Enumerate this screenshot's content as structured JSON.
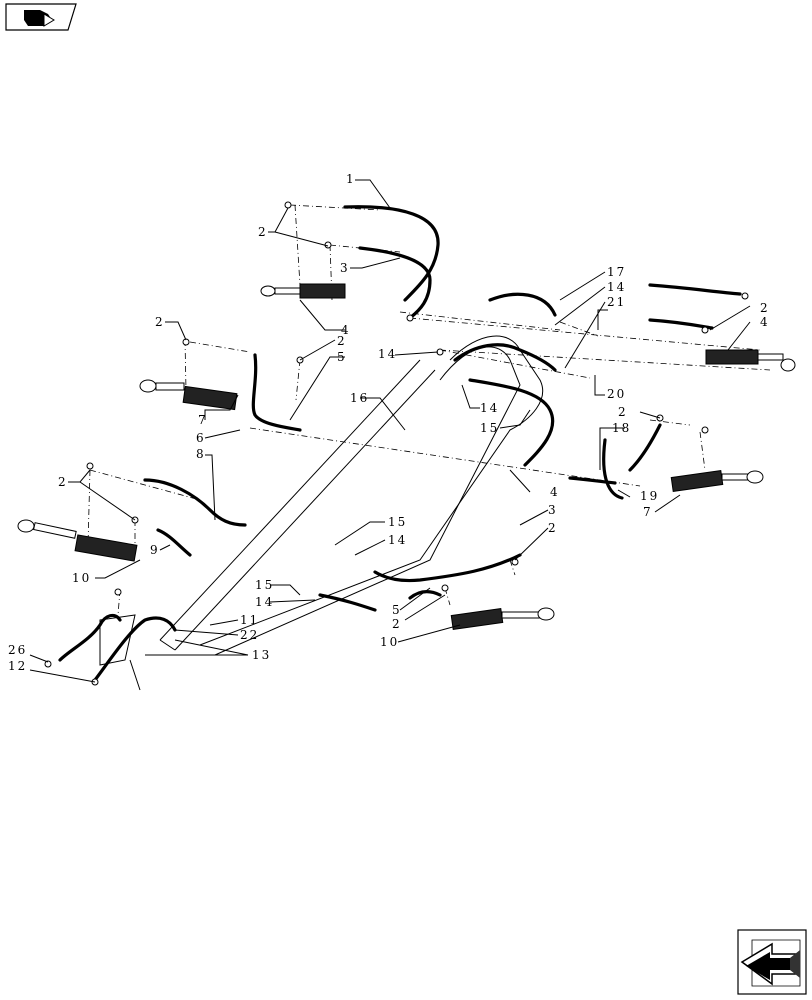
{
  "icons": {
    "top_left": "book-navigation-icon",
    "bottom_right": "next-page-arrow-icon"
  },
  "callouts": [
    {
      "id": "c1",
      "text": "1"
    },
    {
      "id": "c2a",
      "text": "2"
    },
    {
      "id": "c3a",
      "text": "3"
    },
    {
      "id": "c4a",
      "text": "4"
    },
    {
      "id": "c2b",
      "text": "2"
    },
    {
      "id": "c5a",
      "text": "5"
    },
    {
      "id": "c2c",
      "text": "2"
    },
    {
      "id": "c14a",
      "text": "14"
    },
    {
      "id": "c16",
      "text": "16"
    },
    {
      "id": "c7a",
      "text": "7"
    },
    {
      "id": "c6",
      "text": "6"
    },
    {
      "id": "c8",
      "text": "8"
    },
    {
      "id": "c17",
      "text": "17"
    },
    {
      "id": "c14b",
      "text": "14"
    },
    {
      "id": "c21",
      "text": "21"
    },
    {
      "id": "c2d",
      "text": "2"
    },
    {
      "id": "c4b",
      "text": "4"
    },
    {
      "id": "c20",
      "text": "20"
    },
    {
      "id": "c14c",
      "text": "14"
    },
    {
      "id": "c15a",
      "text": "15"
    },
    {
      "id": "c2e",
      "text": "2"
    },
    {
      "id": "c18",
      "text": "18"
    },
    {
      "id": "c4c",
      "text": "4"
    },
    {
      "id": "c19",
      "text": "19"
    },
    {
      "id": "c7b",
      "text": "7"
    },
    {
      "id": "c2f",
      "text": "2"
    },
    {
      "id": "c9",
      "text": "9"
    },
    {
      "id": "c10a",
      "text": "10"
    },
    {
      "id": "c15b",
      "text": "15"
    },
    {
      "id": "c14d",
      "text": "14"
    },
    {
      "id": "c3b",
      "text": "3"
    },
    {
      "id": "c2g",
      "text": "2"
    },
    {
      "id": "c15c",
      "text": "15"
    },
    {
      "id": "c14e",
      "text": "14"
    },
    {
      "id": "c11",
      "text": "11"
    },
    {
      "id": "c22",
      "text": "22"
    },
    {
      "id": "c13",
      "text": "13"
    },
    {
      "id": "c5b",
      "text": "5"
    },
    {
      "id": "c2h",
      "text": "2"
    },
    {
      "id": "c10b",
      "text": "10"
    },
    {
      "id": "c26",
      "text": "26"
    },
    {
      "id": "c12",
      "text": "12"
    }
  ]
}
